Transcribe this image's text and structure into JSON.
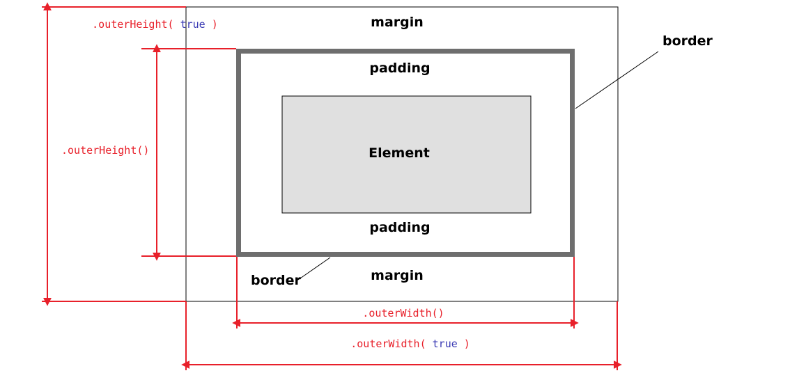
{
  "colors": {
    "dimension": "#e8202a",
    "argument": "#3a3ab4",
    "border_fill": "#6e6e6e",
    "element_fill": "#e0e0e0",
    "outline": "#000000"
  },
  "labels": {
    "margin_top": "margin",
    "margin_bottom": "margin",
    "padding_top": "padding",
    "padding_bottom": "padding",
    "element": "Element",
    "border_right": "border",
    "border_bottom": "border"
  },
  "dimensions": {
    "outer_height_true": {
      "method": ".outerHeight(",
      "arg": " true ",
      "close": ")"
    },
    "outer_height": {
      "method": ".outerHeight()"
    },
    "outer_width": {
      "method": ".outerWidth()"
    },
    "outer_width_true": {
      "method": ".outerWidth(",
      "arg": " true ",
      "close": ")"
    }
  }
}
